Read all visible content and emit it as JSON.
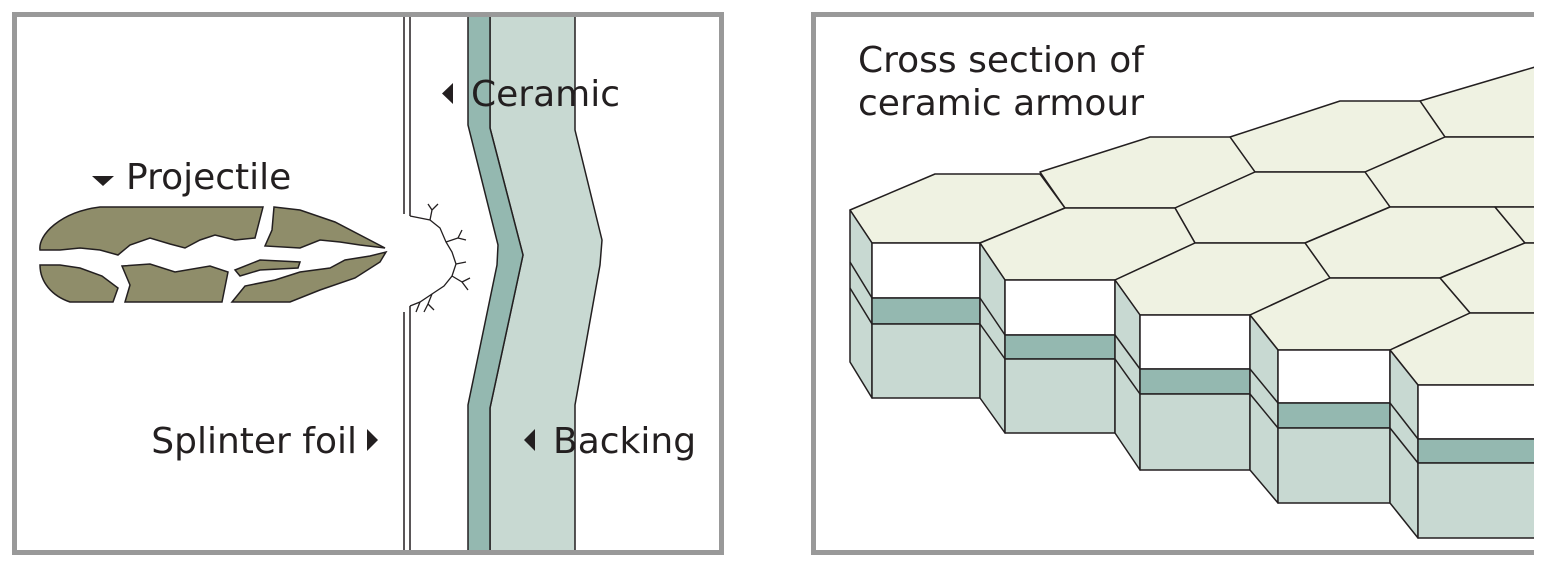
{
  "left_panel": {
    "labels": {
      "projectile": "Projectile",
      "ceramic": "Ceramic",
      "splinter_foil": "Splinter foil",
      "backing": "Backing"
    }
  },
  "right_panel": {
    "title_line1": "Cross section of",
    "title_line2": "ceramic armour"
  },
  "colors": {
    "frame": "#999999",
    "projectile": "#8f8d6a",
    "ceramic": "#94b8b0",
    "backing": "#c8d9d2",
    "tile_top": "#eff2e2",
    "tile_white": "#ffffff",
    "outline": "#231f20"
  }
}
